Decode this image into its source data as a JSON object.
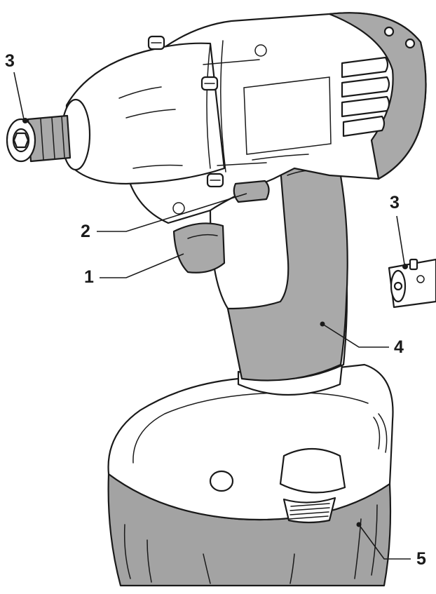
{
  "colors": {
    "body_light": "#ffffff",
    "grip_dark": "#a9a9a9",
    "battery_grey": "#a3a3a3",
    "line": "#1a1a1a"
  },
  "callouts": {
    "trigger": "1",
    "direction_switch": "2",
    "bit_holder": "3",
    "bit_holder_detail": "3",
    "handle": "4",
    "battery": "5"
  }
}
